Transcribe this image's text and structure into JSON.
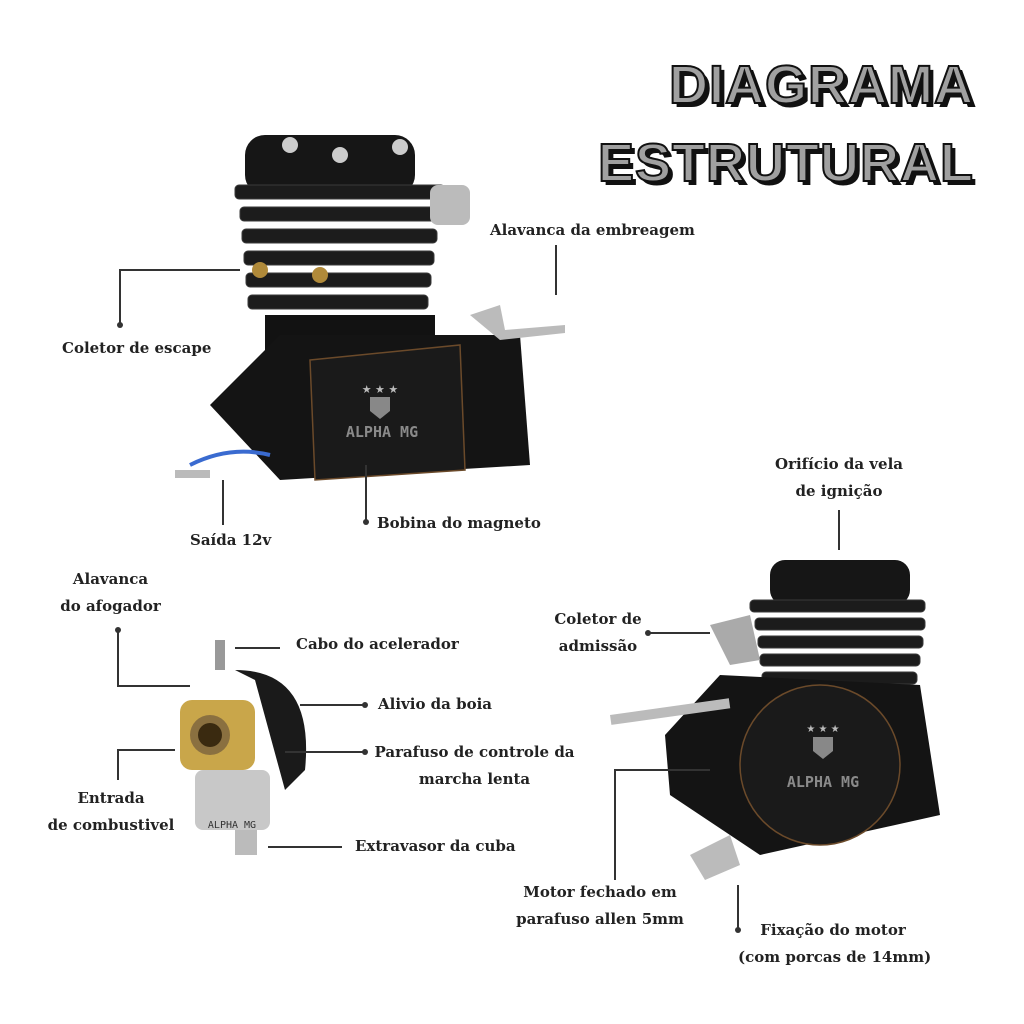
{
  "title": {
    "line1": "DIAGRAMA",
    "line2": "ESTRUTURAL"
  },
  "brand": "ALPHA MG",
  "labels": {
    "coletor_escape": "Coletor de escape",
    "alavanca_embreagem": "Alavanca da embreagem",
    "saida_12v": "Saída 12v",
    "bobina_magneto": "Bobina do magneto",
    "orificio_vela_1": "Orifício da vela",
    "orificio_vela_2": "de ignição",
    "coletor_admissao_1": "Coletor de",
    "coletor_admissao_2": "admissão",
    "alavanca_afogador_1": "Alavanca",
    "alavanca_afogador_2": "do afogador",
    "cabo_acelerador": "Cabo do acelerador",
    "alivio_boia": "Alivio da boia",
    "parafuso_marcha_1": "Parafuso de controle da",
    "parafuso_marcha_2": "marcha lenta",
    "entrada_comb_1": "Entrada",
    "entrada_comb_2": "de combustivel",
    "extravasor": "Extravasor da cuba",
    "motor_fechado_1": "Motor fechado em",
    "motor_fechado_2": "parafuso allen 5mm",
    "fixacao_1": "Fixação do motor",
    "fixacao_2": "(com porcas de 14mm)"
  },
  "colors": {
    "engine": "#161616",
    "title_fill": "#a0a0a0",
    "metal": "#b8b8b8"
  }
}
